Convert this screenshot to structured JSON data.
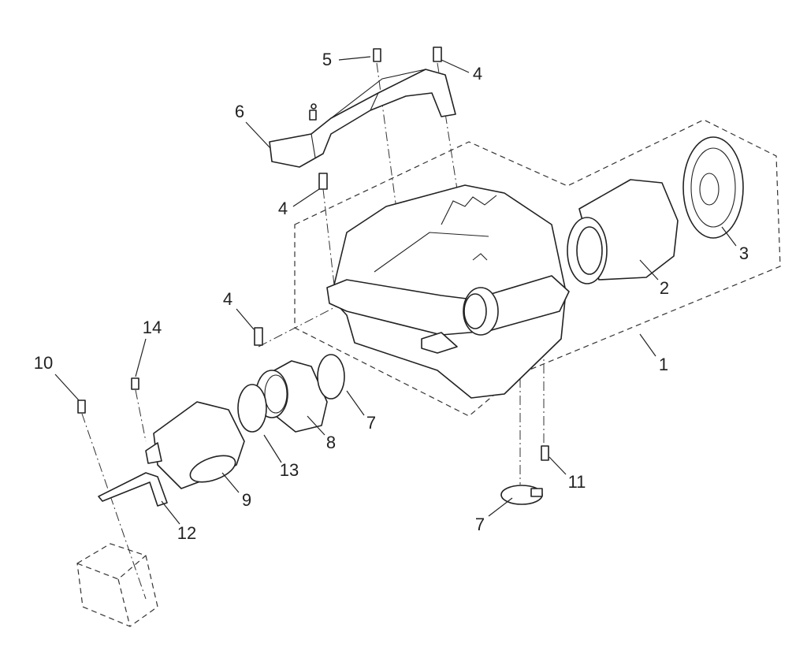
{
  "diagram": {
    "type": "exploded parts diagram",
    "callouts": {
      "c1": "1",
      "c2": "2",
      "c3": "3",
      "c4a": "4",
      "c4b": "4",
      "c4c": "4",
      "c5": "5",
      "c6": "6",
      "c7a": "7",
      "c7b": "7",
      "c8": "8",
      "c9": "9",
      "c10": "10",
      "c11": "11",
      "c12": "12",
      "c13": "13",
      "c14": "14"
    }
  }
}
